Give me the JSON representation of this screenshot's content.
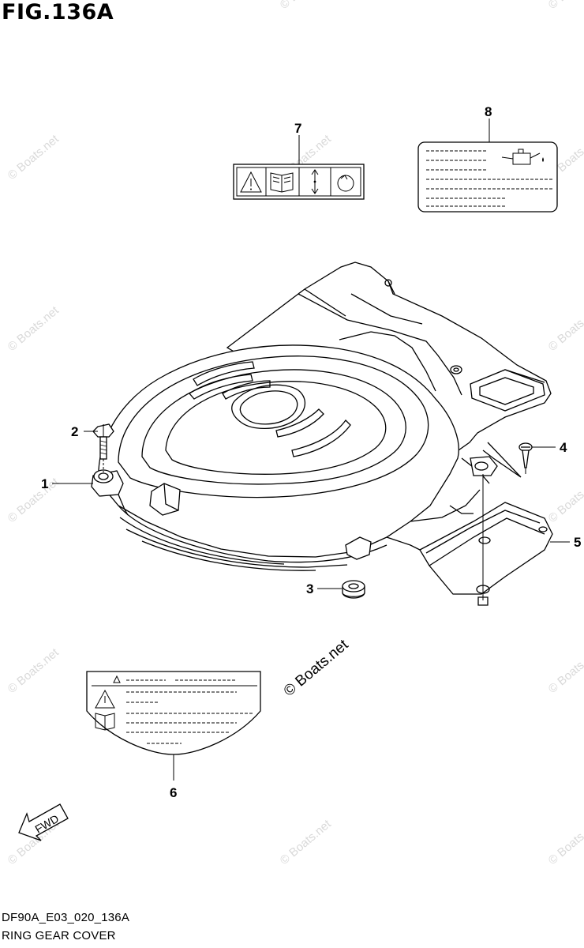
{
  "figure": {
    "title": "FIG.136A",
    "code": "DF90A_E03_020_136A",
    "name": "RING GEAR COVER"
  },
  "callouts": [
    {
      "number": "1"
    },
    {
      "number": "2"
    },
    {
      "number": "3"
    },
    {
      "number": "4"
    },
    {
      "number": "5"
    },
    {
      "number": "6"
    },
    {
      "number": "7"
    },
    {
      "number": "8"
    }
  ],
  "watermark": {
    "small": "© Boats.net",
    "large": "© Boats.net"
  },
  "fwd_arrow": {
    "label": "FWD"
  },
  "colors": {
    "line": "#000000",
    "watermark": "#d9d9d9",
    "background": "#ffffff"
  }
}
